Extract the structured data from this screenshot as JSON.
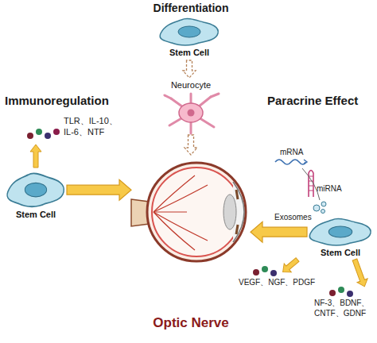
{
  "diagram": {
    "nodes": [
      {
        "text": [
          "Stem Cell"
        ]
      },
      {
        "text": [
          "Neurocyte"
        ]
      },
      {
        "text": [
          "Optic Nerve"
        ]
      },
      {
        "text": [
          "Stem Cell"
        ]
      },
      {
        "text": [
          "Stem Cell"
        ]
      }
    ],
    "edges": [
      {
        "from": 0,
        "to": 1,
        "arrow": "to"
      },
      {
        "from": 1,
        "to": 2,
        "arrow": "to"
      },
      {
        "from": 3,
        "to": 2,
        "arrow": "to"
      },
      {
        "from": 4,
        "to": 2,
        "arrow": "to"
      }
    ],
    "labels": [
      "Differentiation",
      "Immunoregulation",
      "TLR、IL-10、 IL-6、NTF",
      "Paracrine Effect",
      "mRNA",
      "miRNA",
      "Exosomes",
      "VEGF、NGF、PDGF",
      "NF-3、BDNF、 CNTF、GDNF"
    ]
  }
}
